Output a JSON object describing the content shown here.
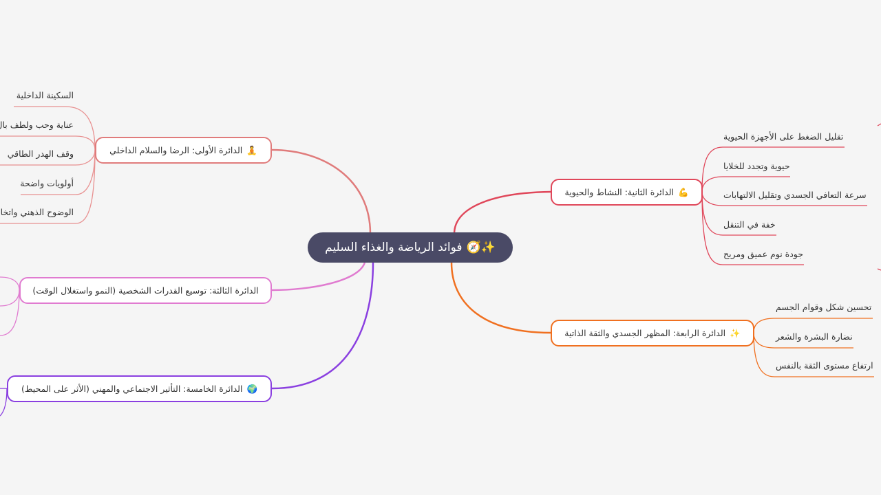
{
  "central": {
    "label": "فوائد الرياضة والغذاء السليم",
    "icons": "✨🧭"
  },
  "branches": [
    {
      "id": "b1",
      "label": "الدائرة الأولى: الرضا والسلام الداخلي",
      "icon": "🧘",
      "color": "#e07b7b",
      "items": [
        "السكينة الداخلية",
        "عناية وحب ولطف بال",
        "وقف الهدر الطاقي",
        "أولويات واضحة",
        "الوضوح الذهني واتخا"
      ]
    },
    {
      "id": "b2",
      "label": "الدائرة الثانية: النشاط والحيوية",
      "icon": "💪",
      "color": "#e0475a",
      "items": [
        "تقليل الضغط على الأجهزة الحيوية",
        "حيوية وتجدد للخلايا",
        "سرعة التعافي الجسدي وتقليل الالتهابات",
        "خفة في التنقل",
        "جودة نوم عميق ومريح"
      ]
    },
    {
      "id": "b3",
      "label": "الدائرة الثالثة: توسيع القدرات الشخصية (النمو واستغلال الوقت)",
      "icon": "",
      "color": "#e07bd0",
      "items": [
        "",
        ""
      ]
    },
    {
      "id": "b4",
      "label": "الدائرة الرابعة: المظهر الجسدي والثقة الذاتية",
      "icon": "✨",
      "color": "#f07020",
      "items": [
        "تحسين شكل وقوام الجسم",
        "نضارة البشرة والشعر",
        "ارتفاع مستوى الثقة بالنفس"
      ]
    },
    {
      "id": "b5",
      "label": "الدائرة الخامسة: التأثير الاجتماعي والمهني (الأثر على المحيط)",
      "icon": "🌍",
      "color": "#8a3fe0",
      "items": []
    }
  ]
}
